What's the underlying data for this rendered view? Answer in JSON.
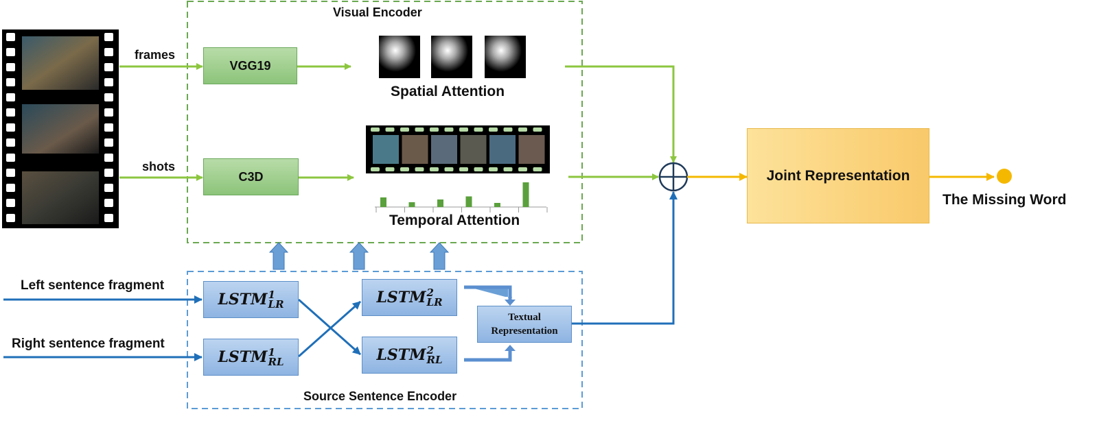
{
  "visual_encoder": {
    "title": "Visual Encoder",
    "frames_label": "frames",
    "shots_label": "shots",
    "vgg_label": "VGG19",
    "c3d_label": "C3D",
    "spatial_label": "Spatial Attention",
    "temporal_label": "Temporal Attention",
    "temporal_weights": [
      0.28,
      0.14,
      0.22,
      0.31,
      0.12,
      0.72
    ]
  },
  "sentence_encoder": {
    "title": "Source Sentence Encoder",
    "left_input": "Left sentence fragment",
    "right_input": "Right sentence fragment",
    "lstm_base": "LSTM",
    "lstm1_lr": {
      "sup": "1",
      "sub": "LR"
    },
    "lstm1_rl": {
      "sup": "1",
      "sub": "RL"
    },
    "lstm2_lr": {
      "sup": "2",
      "sub": "LR"
    },
    "lstm2_rl": {
      "sup": "2",
      "sub": "RL"
    },
    "textual_line1": "Textual",
    "textual_line2": "Representation"
  },
  "fusion": {
    "joint_label": "Joint Representation",
    "output_label": "The Missing Word"
  },
  "colors": {
    "green_arrow": "#8cc63f",
    "blue_arrow": "#1f6fb8",
    "yellow_arrow": "#f5b800",
    "visual_dash": "#6aa84f",
    "text_dash": "#5b9bd5"
  }
}
